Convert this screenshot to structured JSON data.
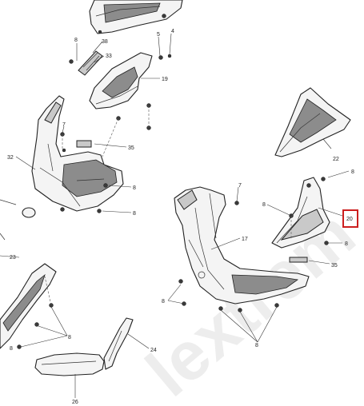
{
  "callouts": {
    "c38": "38",
    "c8a": "8",
    "c5": "5",
    "c4": "4",
    "c33": "33",
    "c19": "19",
    "c7a": "7",
    "c35a": "35",
    "c32": "32",
    "c8b": "8",
    "c8c": "8",
    "c22": "22",
    "c8d": "8",
    "c7b": "7",
    "c8e": "8",
    "c20": "20",
    "c17": "17",
    "c8f": "8",
    "c35b": "35",
    "c8g": "8",
    "c8h": "8",
    "c23": "23",
    "c8i": "8",
    "c8j": "8",
    "c24": "24",
    "c26": "26"
  },
  "highlighted_callout": "20",
  "watermark": "lextrem",
  "colors": {
    "highlight": "#cc1f1f",
    "line": "#222222"
  }
}
